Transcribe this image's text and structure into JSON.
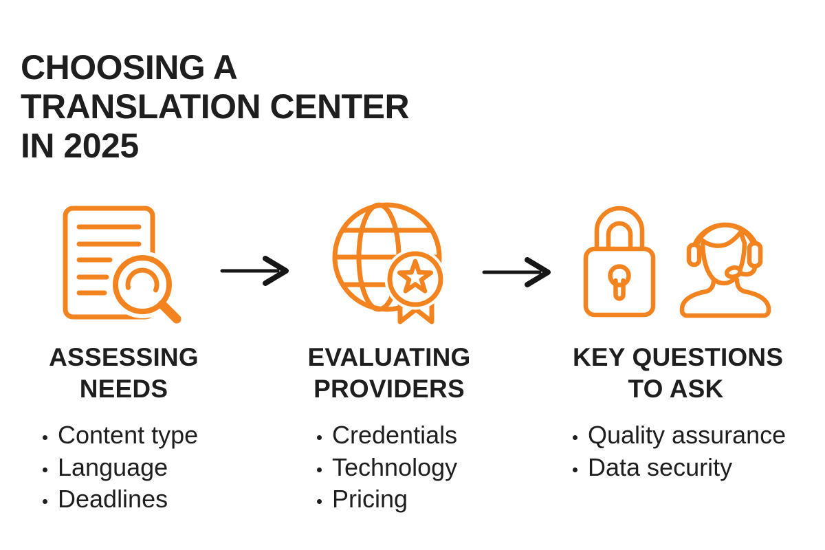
{
  "page": {
    "title_lines": [
      "CHOOSING A",
      "TRANSLATION CENTER",
      "IN 2025"
    ]
  },
  "colors": {
    "accent_orange": "#F2831F",
    "text_ink": "#1E1E1E",
    "arrow_black": "#161616",
    "background": "#FFFFFF"
  },
  "steps": [
    {
      "icon": "document-search-icon",
      "heading_line1": "ASSESSING",
      "heading_line2": "NEEDS",
      "bullets": [
        "Content type",
        "Language",
        "Deadlines"
      ]
    },
    {
      "icon": "globe-award-badge-icon",
      "heading_line1": "EVALUATING",
      "heading_line2": "PROVIDERS",
      "bullets": [
        "Credentials",
        "Technology",
        "Pricing"
      ]
    },
    {
      "icon": "padlock-and-support-agent-icon",
      "heading_line1": "KEY QUESTIONS",
      "heading_line2": "TO ASK",
      "bullets": [
        "Quality assurance",
        "Data security"
      ]
    }
  ],
  "connectors": {
    "arrow_icon": "right-arrow-icon",
    "count": 2
  }
}
